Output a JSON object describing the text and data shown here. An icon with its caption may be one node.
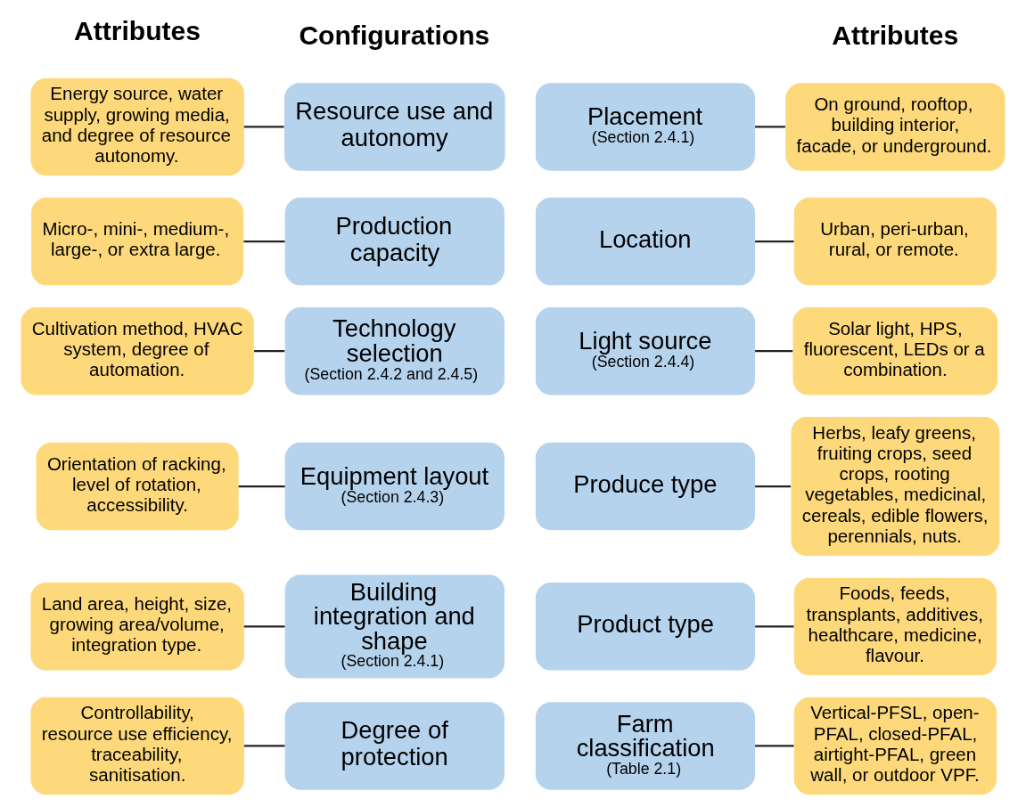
{
  "diagram": {
    "nodes": [
      {
        "text": [
          "Energy source, water supply, growing media, and degree of resource autonomy."
        ]
      },
      {
        "text": [
          "Resource use and autonomy"
        ]
      },
      {
        "text": [
          "Placement",
          "(Section 2.4.1)"
        ]
      },
      {
        "text": [
          "On ground, rooftop, building interior, facade, or underground."
        ]
      },
      {
        "text": [
          "Micro-, mini-, medium-, large-, or extra large."
        ]
      },
      {
        "text": [
          "Production capacity"
        ]
      },
      {
        "text": [
          "Location"
        ]
      },
      {
        "text": [
          "Urban, peri-urban, rural, or remote."
        ]
      },
      {
        "text": [
          "Cultivation method, HVAC system, degree of automation."
        ]
      },
      {
        "text": [
          "Technology selection",
          "(Section 2.4.2 and 2.4.5)"
        ]
      },
      {
        "text": [
          "Light source",
          "(Section 2.4.4)"
        ]
      },
      {
        "text": [
          "Solar light, HPS, fluorescent, LEDs or a combination."
        ]
      },
      {
        "text": [
          "Orientation of racking, level of rotation, accessibility."
        ]
      },
      {
        "text": [
          "Equipment layout",
          "(Section 2.4.3)"
        ]
      },
      {
        "text": [
          "Produce type"
        ]
      },
      {
        "text": [
          "Herbs, leafy greens, fruiting crops, seed crops, rooting vegetables, medicinal, cereals, edible flowers, perennials, nuts."
        ]
      },
      {
        "text": [
          "Land area, height, size, growing area/volume, integration type."
        ]
      },
      {
        "text": [
          "Building integration and shape",
          "(Section 2.4.1)"
        ]
      },
      {
        "text": [
          "Product type"
        ]
      },
      {
        "text": [
          "Foods, feeds, transplants, additives, healthcare, medicine, flavour."
        ]
      },
      {
        "text": [
          "Controllability, resource use efficiency, traceability, sanitisation."
        ]
      },
      {
        "text": [
          "Degree of protection"
        ]
      },
      {
        "text": [
          "Farm classification",
          "(Table 2.1)"
        ]
      },
      {
        "text": [
          "Vertical-PFSL, open-PFAL, closed-PFAL, airtight-PFAL, green wall, or outdoor VPF."
        ]
      }
    ],
    "edges": [
      {
        "from": 0,
        "to": 1,
        "arrow": "none"
      },
      {
        "from": 2,
        "to": 3,
        "arrow": "none"
      },
      {
        "from": 4,
        "to": 5,
        "arrow": "none"
      },
      {
        "from": 6,
        "to": 7,
        "arrow": "none"
      },
      {
        "from": 8,
        "to": 9,
        "arrow": "none"
      },
      {
        "from": 10,
        "to": 11,
        "arrow": "none"
      },
      {
        "from": 12,
        "to": 13,
        "arrow": "none"
      },
      {
        "from": 14,
        "to": 15,
        "arrow": "none"
      },
      {
        "from": 16,
        "to": 17,
        "arrow": "none"
      },
      {
        "from": 18,
        "to": 19,
        "arrow": "none"
      },
      {
        "from": 20,
        "to": 21,
        "arrow": "none"
      },
      {
        "from": 22,
        "to": 23,
        "arrow": "none"
      }
    ],
    "labels": [
      "Attributes",
      "Configurations",
      "Attributes"
    ]
  }
}
